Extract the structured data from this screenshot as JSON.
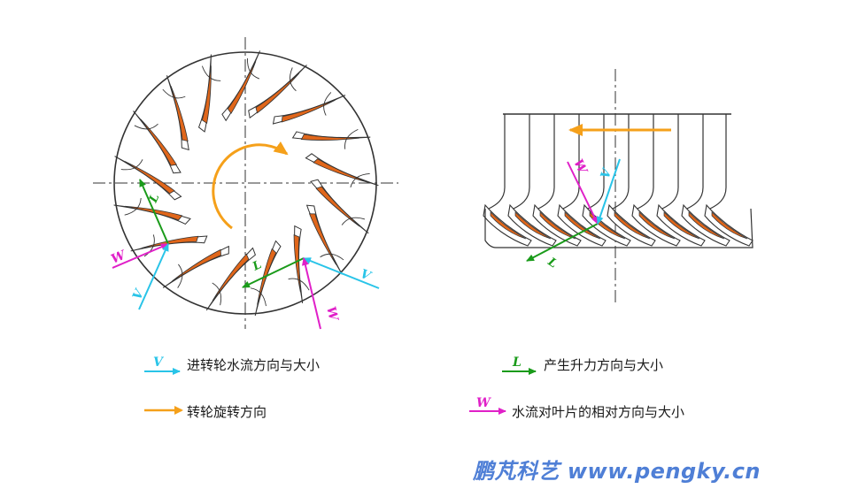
{
  "colors": {
    "v_arrow": "#29c4e8",
    "l_arrow": "#1a9b1a",
    "w_arrow": "#e020c8",
    "rotation_arrow": "#f5a01a",
    "blade_fill": "#e0661a",
    "outline": "#333333",
    "brand": "#4f7fd6"
  },
  "symbols": {
    "v": "V",
    "l": "L",
    "w": "W"
  },
  "legend": [
    {
      "symbol": "V",
      "text": "进转轮水流方向与大小",
      "color": "#29c4e8"
    },
    {
      "symbol": "",
      "text": "转轮旋转方向",
      "color": "#f5a01a"
    },
    {
      "symbol": "L",
      "text": "产生升力方向与大小",
      "color": "#1a9b1a"
    },
    {
      "symbol": "W",
      "text": "水流对叶片的相对方向与大小",
      "color": "#e020c8"
    }
  ],
  "brand": "鹏芃科艺 www.pengky.cn"
}
